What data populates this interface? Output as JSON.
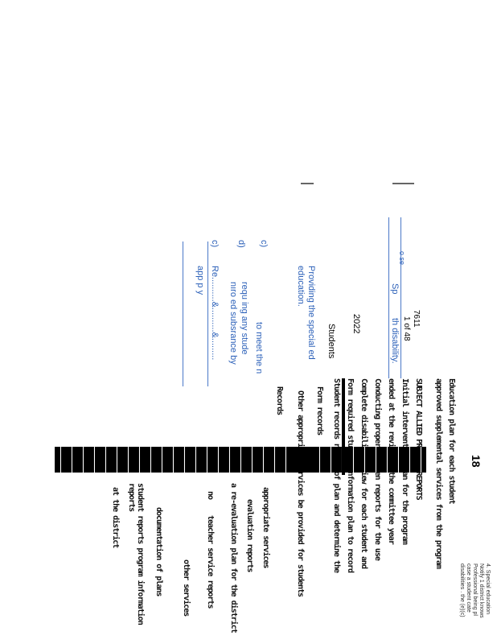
{
  "document": {
    "page_number": "7611",
    "page_count": "1 of 48",
    "year": "2022",
    "heading_fragment_sp": "Sp",
    "heading_fragment_ose": "o se",
    "heading_disability": "th disability.",
    "students": "Students",
    "providing": "Providing the special ed",
    "education": "education.",
    "to_meet": "to meet the n",
    "requiring": "requ ing any stude",
    "substance": "nıro ed subsrance by",
    "item_c1": "c)",
    "item_d": "d)",
    "item_c2": "c)",
    "re_line": "Re..........&..........&.........",
    "app_line": "app  p      y",
    "dark_lines": [
      "SUBJECT  ALLIED  PROGRAM  REPORTS",
      "Initial  intervention  plan  for  the  program",
      "ended  at  the  review  of  the  committee  year",
      "Conducting  proper  written  reports  for  the  use",
      "Complete  disability  review  for  each  student  and",
      "Form  required  student  information  plan  to  record",
      "Records",
      "Form  records",
      "Student  records  review  of  plan  and  determine  the",
      "Other  appropriate  services  be  provided  for  students",
      "approved  supplemental  services  from  the  program",
      "Education  plan  for  each  student"
    ],
    "bottom_lines": [
      "appropriate  services",
      "evaluation  reports",
      "a  re-evaluation  plan  for  the  district",
      "teacher  service  reports",
      "no",
      "other  services",
      "documentation  of  plans",
      "student  reports  program  information  reports",
      "at  the  district"
    ],
    "corner_lines": [
      "4.  Special education",
      "Notify  1  district  knows",
      "Professional  being  pl",
      "case  a  student  cate",
      "disabilities  .  the  (e)(c)"
    ],
    "tab_label": "18"
  }
}
